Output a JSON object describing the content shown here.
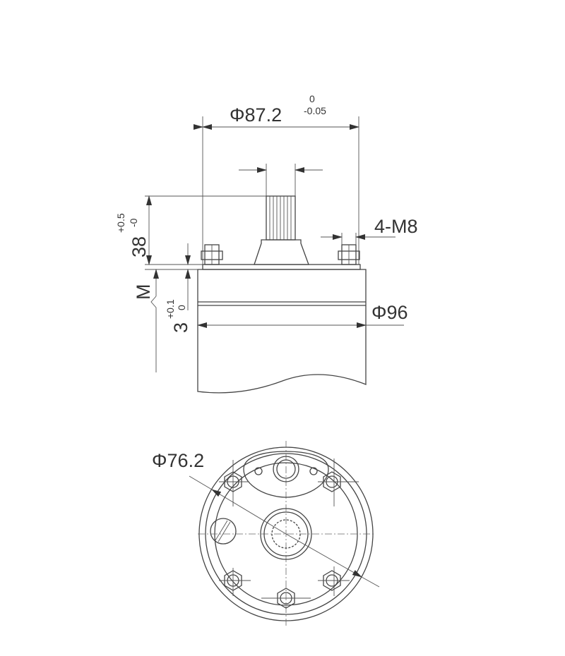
{
  "side_view": {
    "dia_flange": "Φ87.2",
    "dia_flange_tol_upper": "0",
    "dia_flange_tol_lower": "-0.05",
    "thread": "4-M8",
    "dia_body": "Φ96",
    "height": "38",
    "height_tol_upper": "+0.5",
    "height_tol_lower": "-0",
    "step": "3",
    "step_tol_upper": "+0.1",
    "step_tol_lower": "0",
    "mount_label": "M"
  },
  "end_view": {
    "bolt_circle": "Φ76.2"
  },
  "colors": {
    "line": "#444444",
    "text": "#333333"
  }
}
